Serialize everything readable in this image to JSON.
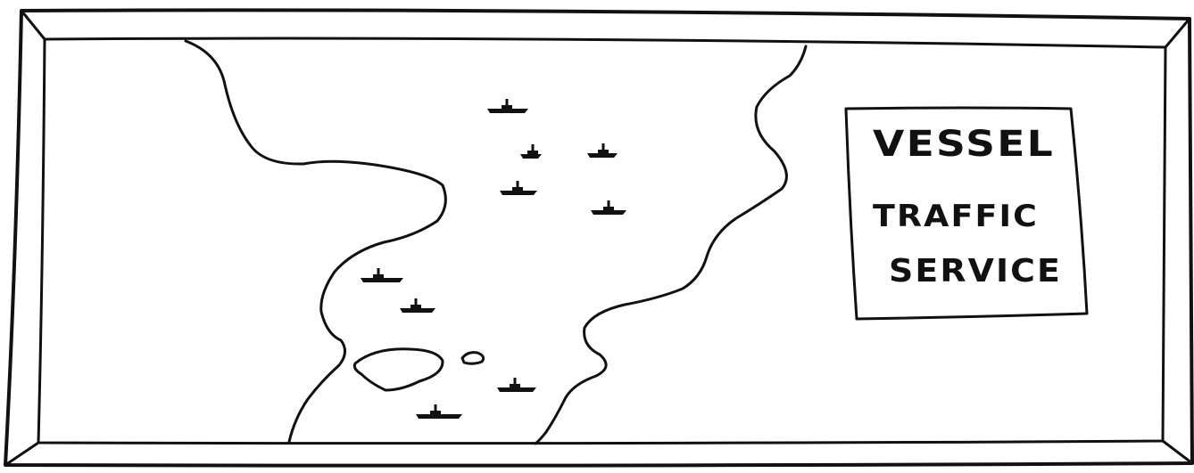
{
  "sign": {
    "line1": "VESSEL",
    "line2": "TRAFFIC",
    "line3": "SERVICE"
  },
  "colors": {
    "ink": "#111111",
    "paper": "#ffffff"
  },
  "vessel_icon": "ship-icon"
}
